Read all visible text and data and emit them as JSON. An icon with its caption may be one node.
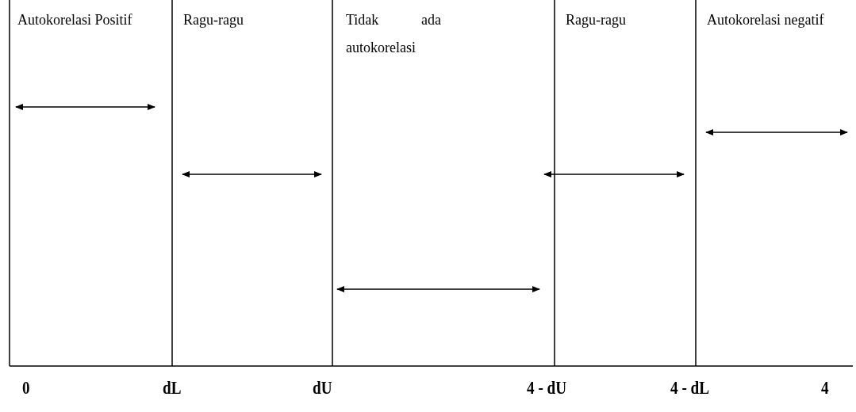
{
  "diagram": {
    "labels": [
      "Autokorelasi Positif",
      "Ragu-ragu",
      "Tidak ada autokorelasi",
      "Ragu-ragu",
      "Autokorelasi negatif",
      "0",
      "dL",
      "dU",
      "4 - dU",
      "4 - dL",
      "4"
    ]
  }
}
